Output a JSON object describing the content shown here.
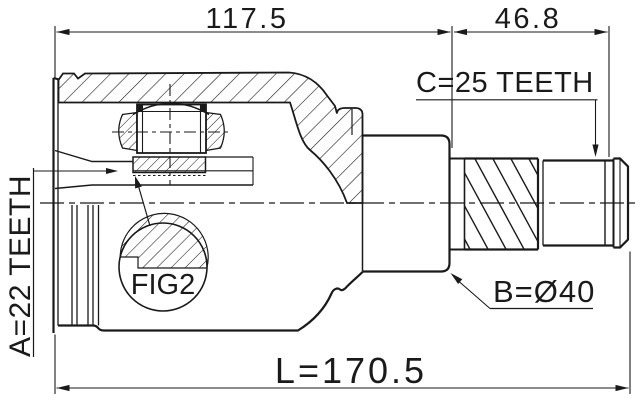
{
  "drawing": {
    "type": "technical-cross-section",
    "subject": "cv-joint",
    "background_color": "#ffffff",
    "line_color": "#1a1a1a",
    "dimensions": {
      "top_width": "117.5",
      "top_right_width": "46.8",
      "overall_length": "L=170.5"
    },
    "labels": {
      "spline_c": "C=25 TEETH",
      "spline_a": "A=22 TEETH",
      "diameter_b": "B=Ø40",
      "detail": "FIG2"
    }
  }
}
